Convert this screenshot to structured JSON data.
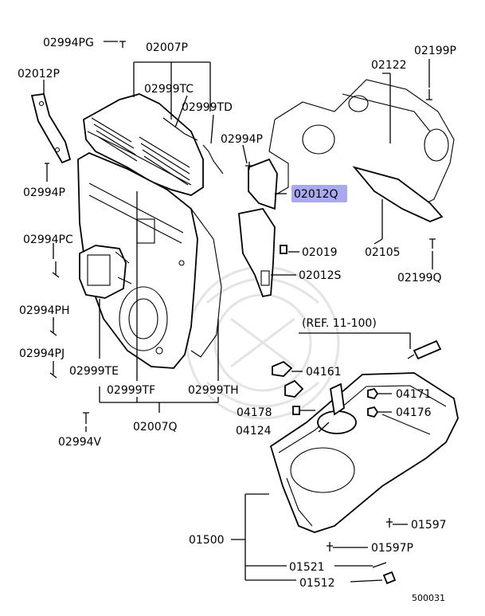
{
  "figure_number": "500031",
  "reference_note": "(REF. 11-100)",
  "highlight_color": "#a9a9ef",
  "labels": {
    "p02994PG": "02994PG",
    "p02007P": "02007P",
    "p02012P": "02012P",
    "p02999TC": "02999TC",
    "p02999TD": "02999TD",
    "p02199P": "02199P",
    "p02122": "02122",
    "p02994P_upper": "02994P",
    "p02994P_left": "02994P",
    "p02012Q": "02012Q",
    "p02994PC": "02994PC",
    "p02019": "02019",
    "p02105": "02105",
    "p02012S": "02012S",
    "p02199Q": "02199Q",
    "p02994PH": "02994PH",
    "p02994PJ": "02994PJ",
    "p02999TE": "02999TE",
    "p02999TF": "02999TF",
    "p02999TH": "02999TH",
    "p04161": "04161",
    "p04171": "04171",
    "p04178": "04178",
    "p04176": "04176",
    "p04124": "04124",
    "p02007Q": "02007Q",
    "p02994V": "02994V",
    "p01597": "01597",
    "p01597P": "01597P",
    "p01500": "01500",
    "p01521": "01521",
    "p01512": "01512"
  }
}
